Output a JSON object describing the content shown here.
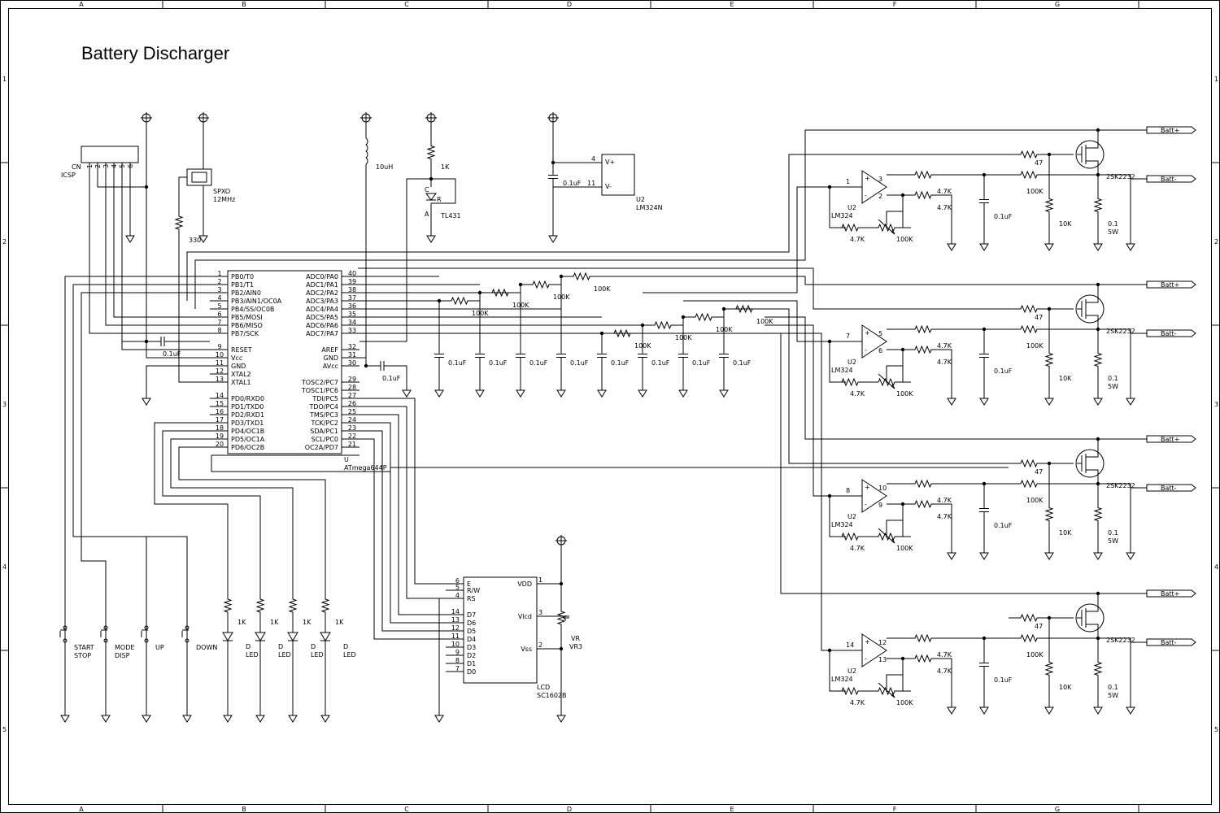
{
  "title": "Battery Discharger",
  "border": {
    "cols": [
      "A",
      "B",
      "C",
      "D",
      "E",
      "F",
      "G"
    ],
    "rows": [
      "1",
      "2",
      "3",
      "4",
      "5"
    ]
  },
  "mcu": {
    "ref": "U",
    "part": "ATmega644P",
    "left_pins": [
      {
        "num": "1",
        "name": "PB0/T0"
      },
      {
        "num": "2",
        "name": "PB1/T1"
      },
      {
        "num": "3",
        "name": "PB2/AIN0"
      },
      {
        "num": "4",
        "name": "PB3/AIN1/OC0A"
      },
      {
        "num": "5",
        "name": "PB4/SS/OC0B"
      },
      {
        "num": "6",
        "name": "PB5/MOSI"
      },
      {
        "num": "7",
        "name": "PB6/MISO"
      },
      {
        "num": "8",
        "name": "PB7/SCK"
      },
      {
        "num": "9",
        "name": "RESET"
      },
      {
        "num": "10",
        "name": "Vcc"
      },
      {
        "num": "11",
        "name": "GND"
      },
      {
        "num": "12",
        "name": "XTAL2"
      },
      {
        "num": "13",
        "name": "XTAL1"
      },
      {
        "num": "14",
        "name": "PD0/RXD0"
      },
      {
        "num": "15",
        "name": "PD1/TXD0"
      },
      {
        "num": "16",
        "name": "PD2/RXD1"
      },
      {
        "num": "17",
        "name": "PD3/TXD1"
      },
      {
        "num": "18",
        "name": "PD4/OC1B"
      },
      {
        "num": "19",
        "name": "PD5/OC1A"
      },
      {
        "num": "20",
        "name": "PD6/OC2B"
      }
    ],
    "right_pins": [
      {
        "num": "40",
        "name": "ADC0/PA0"
      },
      {
        "num": "39",
        "name": "ADC1/PA1"
      },
      {
        "num": "38",
        "name": "ADC2/PA2"
      },
      {
        "num": "37",
        "name": "ADC3/PA3"
      },
      {
        "num": "36",
        "name": "ADC4/PA4"
      },
      {
        "num": "35",
        "name": "ADC5/PA5"
      },
      {
        "num": "34",
        "name": "ADC6/PA6"
      },
      {
        "num": "33",
        "name": "ADC7/PA7"
      },
      {
        "num": "32",
        "name": "AREF"
      },
      {
        "num": "31",
        "name": "GND"
      },
      {
        "num": "30",
        "name": "AVcc"
      },
      {
        "num": "29",
        "name": "TOSC2/PC7"
      },
      {
        "num": "28",
        "name": "TOSC1/PC6"
      },
      {
        "num": "27",
        "name": "TDI/PC5"
      },
      {
        "num": "26",
        "name": "TDO/PC4"
      },
      {
        "num": "25",
        "name": "TMS/PC3"
      },
      {
        "num": "24",
        "name": "TCK/PC2"
      },
      {
        "num": "23",
        "name": "SDA/PC1"
      },
      {
        "num": "22",
        "name": "SCL/PC0"
      },
      {
        "num": "21",
        "name": "OC2A/PD7"
      }
    ]
  },
  "lcd": {
    "ref": "LCD",
    "part": "SC1602B",
    "left_pins": [
      {
        "num": "6",
        "name": "E"
      },
      {
        "num": "5",
        "name": "R/W"
      },
      {
        "num": "4",
        "name": "RS"
      },
      {
        "num": "14",
        "name": "D7"
      },
      {
        "num": "13",
        "name": "D6"
      },
      {
        "num": "12",
        "name": "D5"
      },
      {
        "num": "11",
        "name": "D4"
      },
      {
        "num": "10",
        "name": "D3"
      },
      {
        "num": "9",
        "name": "D2"
      },
      {
        "num": "8",
        "name": "D1"
      },
      {
        "num": "7",
        "name": "D0"
      }
    ],
    "right_pins": [
      {
        "num": "1",
        "name": "VDD"
      },
      {
        "num": "3",
        "name": "Vlcd"
      },
      {
        "num": "2",
        "name": "Vss"
      }
    ]
  },
  "icsp": {
    "ref": "CN",
    "name": "ICSP",
    "pins": [
      "1",
      "2",
      "3",
      "4",
      "5",
      "6"
    ]
  },
  "crystal": {
    "name": "SPXO",
    "freq": "12MHz",
    "res": "330"
  },
  "inductor": "10uH",
  "ref_res": "1K",
  "tl431": {
    "part": "TL431",
    "a": "A",
    "c": "C",
    "r": "R"
  },
  "power_opamp": {
    "ref": "U2",
    "part": "LM324N",
    "vp": "V+",
    "vm": "V-",
    "pin_vp": "4",
    "pin_vm": "11",
    "cap": "0.1uF"
  },
  "filter": {
    "res": [
      "100K",
      "100K",
      "100K",
      "100K",
      "100K",
      "100K",
      "100K",
      "100K"
    ],
    "caps": [
      "0.1uF",
      "0.1uF",
      "0.1uF",
      "0.1uF",
      "0.1uF",
      "0.1uF",
      "0.1uF",
      "0.1uF"
    ],
    "reset_cap": "0.1uF",
    "avcc_cap": "0.1uF"
  },
  "buttons": [
    {
      "line1": "START",
      "line2": "STOP"
    },
    {
      "line1": "MODE",
      "line2": "DISP"
    },
    {
      "line1": "UP",
      "line2": ""
    },
    {
      "line1": "DOWN",
      "line2": ""
    }
  ],
  "leds": [
    {
      "res": "1K",
      "l1": "D",
      "l2": "LED"
    },
    {
      "res": "1K",
      "l1": "D",
      "l2": "LED"
    },
    {
      "res": "1K",
      "l1": "D",
      "l2": "LED"
    },
    {
      "res": "1K",
      "l1": "D",
      "l2": "LED"
    }
  ],
  "vr": {
    "ref": "VR",
    "part": "VR3"
  },
  "channels": [
    {
      "out": "1",
      "plus": "3",
      "minus": "2",
      "ref": "U2",
      "part": "LM324",
      "r_in": "4.7K",
      "r_fb": "4.7K",
      "r_gnd": "4.7K",
      "pot": "100K",
      "cap": "0.1uF",
      "r_gate": "47",
      "r_flt": "100K",
      "r_pd": "10K",
      "shunt": "0.1",
      "shunt_w": "5W",
      "fet": "2SK2232",
      "batt_p": "Batt+",
      "batt_m": "Batt-"
    },
    {
      "out": "7",
      "plus": "5",
      "minus": "6",
      "ref": "U2",
      "part": "LM324",
      "r_in": "4.7K",
      "r_fb": "4.7K",
      "r_gnd": "4.7K",
      "pot": "100K",
      "cap": "0.1uF",
      "r_gate": "47",
      "r_flt": "100K",
      "r_pd": "10K",
      "shunt": "0.1",
      "shunt_w": "5W",
      "fet": "2SK2232",
      "batt_p": "Batt+",
      "batt_m": "Batt-"
    },
    {
      "out": "8",
      "plus": "10",
      "minus": "9",
      "ref": "U2",
      "part": "LM324",
      "r_in": "4.7K",
      "r_fb": "4.7K",
      "r_gnd": "4.7K",
      "pot": "100K",
      "cap": "0.1uF",
      "r_gate": "47",
      "r_flt": "100K",
      "r_pd": "10K",
      "shunt": "0.1",
      "shunt_w": "5W",
      "fet": "2SK2232",
      "batt_p": "Batt+",
      "batt_m": "Batt-"
    },
    {
      "out": "14",
      "plus": "12",
      "minus": "13",
      "ref": "U2",
      "part": "LM324",
      "r_in": "4.7K",
      "r_fb": "4.7K",
      "r_gnd": "4.7K",
      "pot": "100K",
      "cap": "0.1uF",
      "r_gate": "47",
      "r_flt": "100K",
      "r_pd": "10K",
      "shunt": "0.1",
      "shunt_w": "5W",
      "fet": "2SK2232",
      "batt_p": "Batt+",
      "batt_m": "Batt-"
    }
  ]
}
